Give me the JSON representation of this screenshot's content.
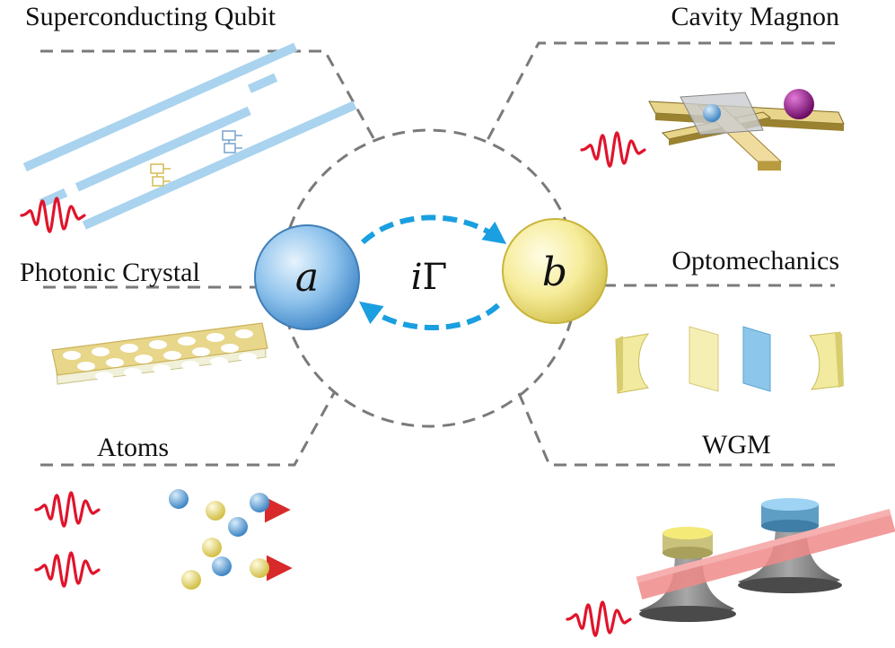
{
  "platforms": {
    "superconducting_qubit": "Superconducting Qubit",
    "cavity_magnon": "Cavity Magnon",
    "photonic_crystal": "Photonic Crystal",
    "optomechanics": "Optomechanics",
    "atoms": "Atoms",
    "wgm": "WGM"
  },
  "nodes": {
    "a": "a",
    "b": "b"
  },
  "coupling": {
    "label_italic": "i",
    "label_symbol": "Γ"
  },
  "colors": {
    "node_a": "#8fc3ec",
    "node_b": "#f6ec9a",
    "coupling_arrow": "#1a9fe0",
    "pulse": "#e0142c",
    "divider": "#7a7a7a"
  }
}
